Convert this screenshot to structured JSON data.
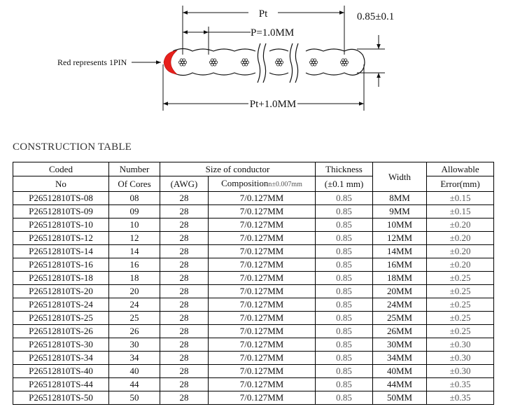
{
  "diagram": {
    "pt_label": "Pt",
    "pitch_label": "P=1.0MM",
    "thickness_label": "0.85±0.1",
    "pt_plus_label": "Pt+1.0MM",
    "red_label": "Red represents 1PIN",
    "colors": {
      "pin1": "#e8201c",
      "line": "#111111"
    }
  },
  "table": {
    "title": "CONSTRUCTION TABLE",
    "headers": {
      "coded": "Coded",
      "no": "No",
      "number": "Number",
      "of_cores": "Of Cores",
      "size": "Size of conductor",
      "awg": "(AWG)",
      "composition": "Composition",
      "composition_unit": "n±0.007mm",
      "thickness": "Thickness",
      "thickness_tol": "(±0.1 mm)",
      "width": "Width",
      "allowable": "Allowable",
      "error": "Error(mm)"
    },
    "rows": [
      {
        "code": "P26512810TS-08",
        "cores": "08",
        "awg": "28",
        "comp": "7/0.127MM",
        "thick": "0.85",
        "width": "8MM",
        "err": "±0.15"
      },
      {
        "code": "P26512810TS-09",
        "cores": "09",
        "awg": "28",
        "comp": "7/0.127MM",
        "thick": "0.85",
        "width": "9MM",
        "err": "±0.15"
      },
      {
        "code": "P26512810TS-10",
        "cores": "10",
        "awg": "28",
        "comp": "7/0.127MM",
        "thick": "0.85",
        "width": "10MM",
        "err": "±0.20"
      },
      {
        "code": "P26512810TS-12",
        "cores": "12",
        "awg": "28",
        "comp": "7/0.127MM",
        "thick": "0.85",
        "width": "12MM",
        "err": "±0.20"
      },
      {
        "code": "P26512810TS-14",
        "cores": "14",
        "awg": "28",
        "comp": "7/0.127MM",
        "thick": "0.85",
        "width": "14MM",
        "err": "±0.20"
      },
      {
        "code": "P26512810TS-16",
        "cores": "16",
        "awg": "28",
        "comp": "7/0.127MM",
        "thick": "0.85",
        "width": "16MM",
        "err": "±0.20"
      },
      {
        "code": "P26512810TS-18",
        "cores": "18",
        "awg": "28",
        "comp": "7/0.127MM",
        "thick": "0.85",
        "width": "18MM",
        "err": "±0.25"
      },
      {
        "code": "P26512810TS-20",
        "cores": "20",
        "awg": "28",
        "comp": "7/0.127MM",
        "thick": "0.85",
        "width": "20MM",
        "err": "±0.25"
      },
      {
        "code": "P26512810TS-24",
        "cores": "24",
        "awg": "28",
        "comp": "7/0.127MM",
        "thick": "0.85",
        "width": "24MM",
        "err": "±0.25"
      },
      {
        "code": "P26512810TS-25",
        "cores": "25",
        "awg": "28",
        "comp": "7/0.127MM",
        "thick": "0.85",
        "width": "25MM",
        "err": "±0.25"
      },
      {
        "code": "P26512810TS-26",
        "cores": "26",
        "awg": "28",
        "comp": "7/0.127MM",
        "thick": "0.85",
        "width": "26MM",
        "err": "±0.25"
      },
      {
        "code": "P26512810TS-30",
        "cores": "30",
        "awg": "28",
        "comp": "7/0.127MM",
        "thick": "0.85",
        "width": "30MM",
        "err": "±0.30"
      },
      {
        "code": "P26512810TS-34",
        "cores": "34",
        "awg": "28",
        "comp": "7/0.127MM",
        "thick": "0.85",
        "width": "34MM",
        "err": "±0.30"
      },
      {
        "code": "P26512810TS-40",
        "cores": "40",
        "awg": "28",
        "comp": "7/0.127MM",
        "thick": "0.85",
        "width": "40MM",
        "err": "±0.30"
      },
      {
        "code": "P26512810TS-44",
        "cores": "44",
        "awg": "28",
        "comp": "7/0.127MM",
        "thick": "0.85",
        "width": "44MM",
        "err": "±0.35"
      },
      {
        "code": "P26512810TS-50",
        "cores": "50",
        "awg": "28",
        "comp": "7/0.127MM",
        "thick": "0.85",
        "width": "50MM",
        "err": "±0.35"
      }
    ]
  }
}
